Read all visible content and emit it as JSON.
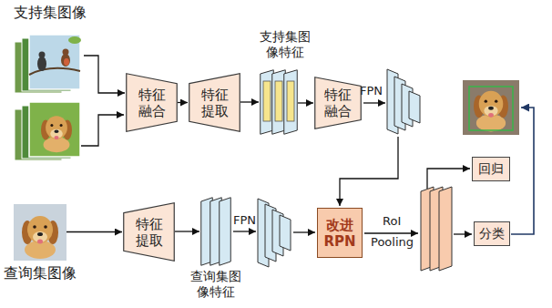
{
  "diagram": {
    "nodes": [
      {
        "text": [
          "支持集图像"
        ]
      },
      {
        "text": [
          "特征融合"
        ]
      },
      {
        "text": [
          "特征提取"
        ]
      },
      {
        "text": [
          "支持集图像特征"
        ]
      },
      {
        "text": [
          "特征融合"
        ]
      },
      {
        "text": [
          "查询集图像"
        ]
      },
      {
        "text": [
          "特征提取"
        ]
      },
      {
        "text": [
          "查询集图像特征"
        ]
      },
      {
        "text": [
          "改进RPN"
        ]
      },
      {
        "text": [
          "回归"
        ]
      },
      {
        "text": [
          "分类"
        ]
      }
    ],
    "edges": [
      {
        "from": 0,
        "to": 1,
        "arrow": "to"
      },
      {
        "from": 1,
        "to": 2,
        "arrow": "to"
      },
      {
        "from": 2,
        "to": 3,
        "arrow": "to"
      },
      {
        "from": 3,
        "to": 4,
        "arrow": "to"
      },
      {
        "from": 5,
        "to": 6,
        "arrow": "to"
      },
      {
        "from": 6,
        "to": 7,
        "arrow": "to"
      }
    ],
    "labels": [
      "FPN",
      "FPN",
      "RoI",
      "Pooling"
    ]
  }
}
